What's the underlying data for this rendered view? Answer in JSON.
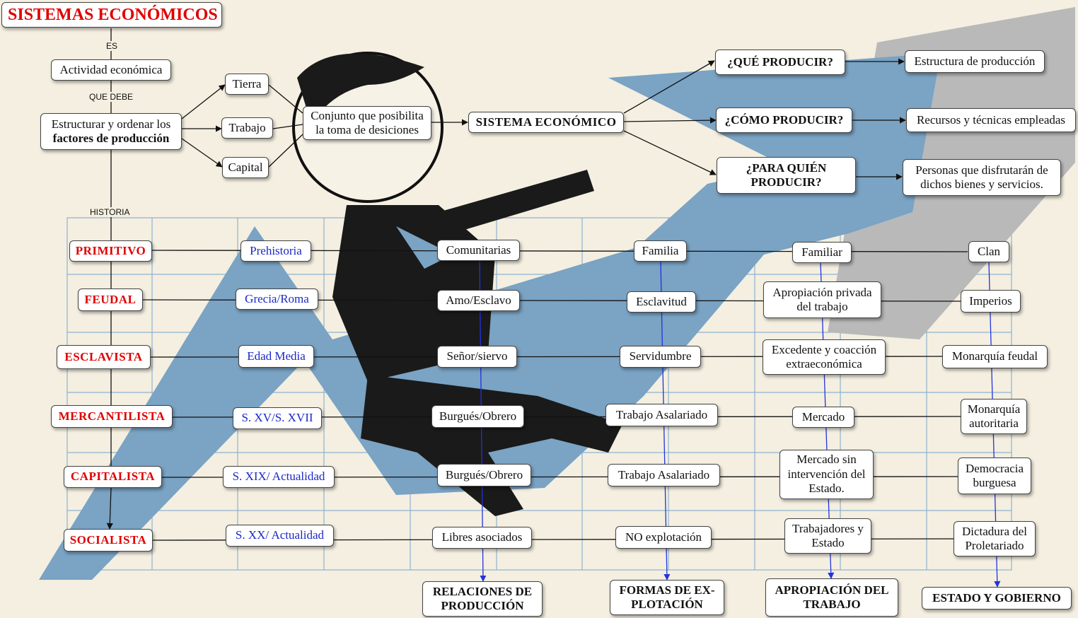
{
  "title": "SISTEMAS ECONÓMICOS",
  "link_labels": {
    "es": "ES",
    "que_debe": "QUE DEBE",
    "historia": "HISTORIA"
  },
  "top": {
    "actividad": "Actividad económica",
    "estructurar_line1": "Estructurar y ordenar los",
    "estructurar_line2": "factores de producción",
    "factors": [
      "Tierra",
      "Trabajo",
      "Capital"
    ],
    "conjunto": "Conjunto que posibilita la toma de desiciones",
    "sistema": "SISTEMA ECONÓMICO",
    "questions": [
      "¿QUÉ PRODUCIR?",
      "¿CÓMO PRODUCIR?",
      "¿PARA QUIÉN PRODUCIR?"
    ],
    "answers": [
      "Estructura de producción",
      "Recursos y técnicas empleadas",
      "Personas que disfrutarán de dichos bienes y servicios."
    ]
  },
  "rows": [
    {
      "system": "PRIMITIVO",
      "period": "Prehistoria",
      "relaciones": "Comunitarias",
      "explotacion": "Familia",
      "apropiacion": "Familiar",
      "estado": "Clan"
    },
    {
      "system": "FEUDAL",
      "period": "Grecia/Roma",
      "relaciones": "Amo/Esclavo",
      "explotacion": "Esclavitud",
      "apropiacion": "Apropiación privada del trabajo",
      "estado": "Imperios"
    },
    {
      "system": "ESCLAVISTA",
      "period": "Edad Media",
      "relaciones": "Señor/siervo",
      "explotacion": "Servidumbre",
      "apropiacion": "Excedente y coacción extraeconómica",
      "estado": "Monarquía feudal"
    },
    {
      "system": "MERCANTILISTA",
      "period": "S. XV/S. XVII",
      "relaciones": "Burgués/Obrero",
      "explotacion": "Trabajo Asalariado",
      "apropiacion": "Mercado",
      "estado": "Monarquía autoritaria"
    },
    {
      "system": "CAPITALISTA",
      "period": "S. XIX/ Actualidad",
      "relaciones": "Burgués/Obrero",
      "explotacion": "Trabajo Asalariado",
      "apropiacion": "Mercado sin intervención del Estado.",
      "estado": "Democracia burguesa"
    },
    {
      "system": "SOCIALISTA",
      "period": "S. XX/ Actualidad",
      "relaciones": "Libres asociados",
      "explotacion": "NO explotación",
      "apropiacion": "Trabajadores y Estado",
      "estado": "Dictadura del Proletariado"
    }
  ],
  "footers": [
    "RELACIONES DE PRODUCCIÓN",
    "FORMAS DE EX-PLOTACIÓN",
    "APROPIACIÓN DEL TRABAJO",
    "ESTADO Y GOBIERNO"
  ],
  "colors": {
    "title_red": "#e00000",
    "period_blue": "#1a28c8",
    "arrow_blue": "#7aa3c4",
    "column_arrow": "#2233dd",
    "background": "#f4efe0"
  }
}
